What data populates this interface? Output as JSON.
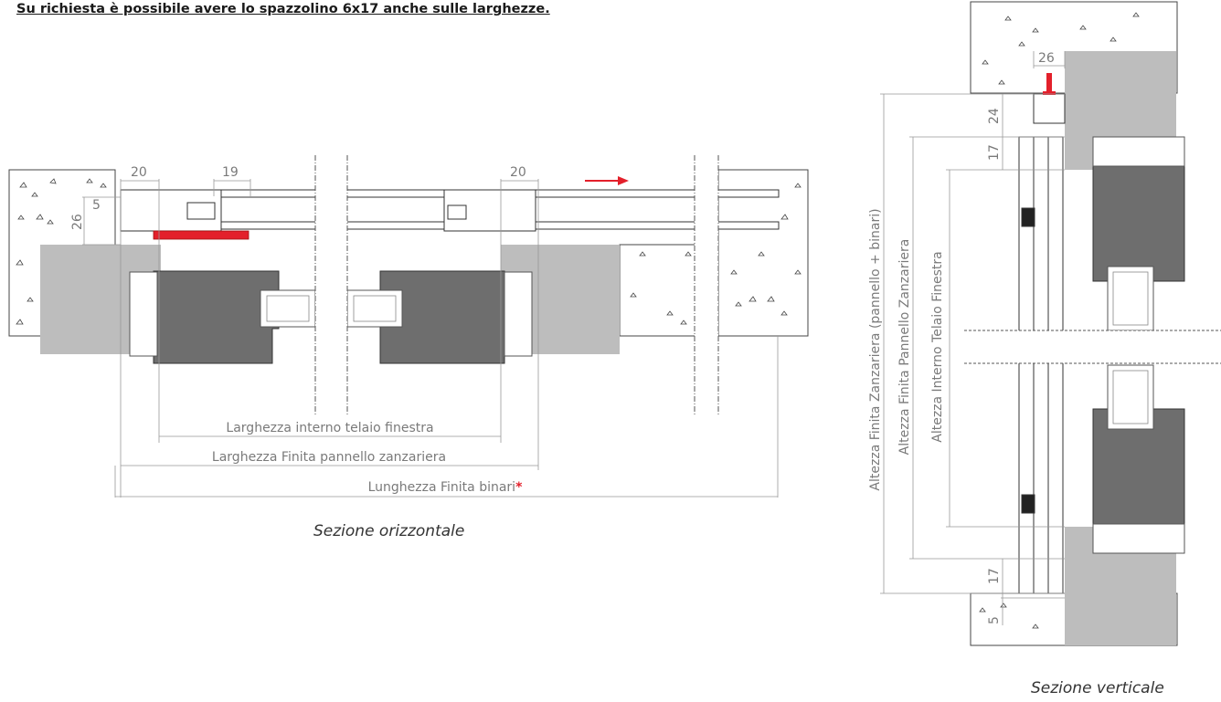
{
  "note": "Su richiesta è possibile avere lo spazzolino 6x17 anche sulle larghezze.",
  "horizontal": {
    "caption": "Sezione orizzontale",
    "dims": {
      "d20a": "20",
      "d19": "19",
      "d20b": "20",
      "d5": "5",
      "d26": "26"
    },
    "labels": {
      "inner_frame": "Larghezza interno telaio finestra",
      "panel_width": "Larghezza Finita pannello zanzariera",
      "rail_length": "Lunghezza Finita binari"
    },
    "asterisk": "*"
  },
  "vertical": {
    "caption": "Sezione verticale",
    "dims": {
      "d26": "26",
      "d24": "24",
      "d17a": "17",
      "d17b": "17",
      "d5": "5"
    },
    "labels": {
      "total_height": "Altezza Finita Zanzariera (pannello + binari)",
      "panel_height": "Altezza Finita Pannello Zanzariera",
      "inner_frame_height": "Altezza Interno Telaio Finestra"
    }
  },
  "colors": {
    "accent": "#e3202b",
    "wall_grey": "#bdbdbd",
    "sash_grey": "#6e6e6e",
    "line": "#333333"
  }
}
